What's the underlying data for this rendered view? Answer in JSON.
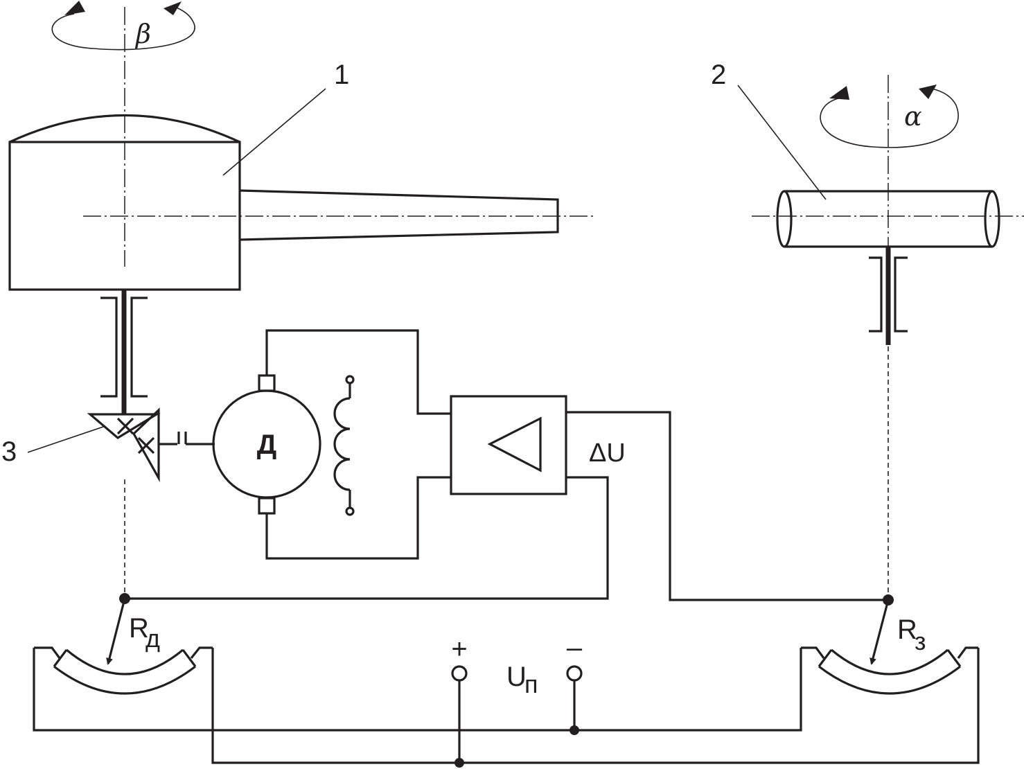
{
  "labels": {
    "part1": "1",
    "part2": "2",
    "part3": "3",
    "angle_beta": "β",
    "angle_alpha": "α",
    "motor": "Д",
    "delta_u": "ΔU",
    "r_d_main": "R",
    "r_d_sub": "д",
    "r_z_main": "R",
    "r_z_sub": "з",
    "u_p_main": "U",
    "u_p_sub": "п",
    "plus": "+",
    "minus": "–"
  },
  "colors": {
    "line": "#231f20",
    "background": "#ffffff"
  }
}
